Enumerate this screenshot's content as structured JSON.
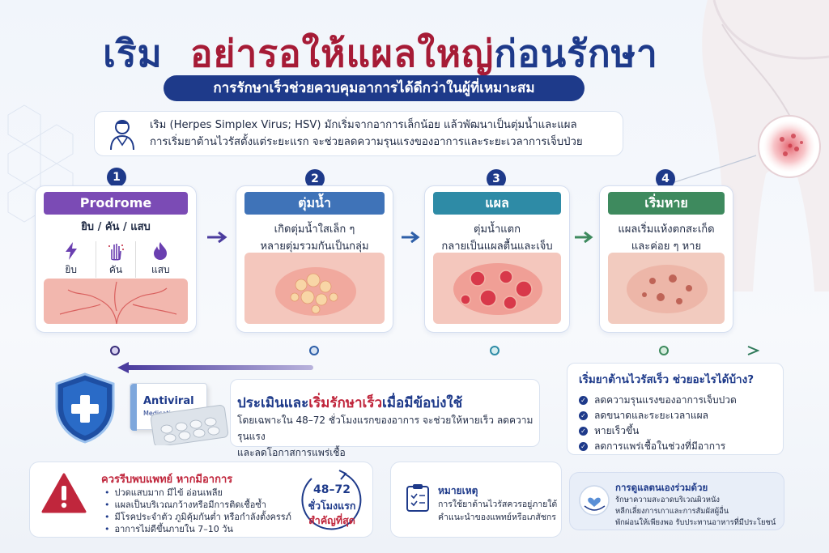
{
  "header": {
    "title_part1": "เริม",
    "title_part2": "อย่ารอให้แผลใหญ่",
    "title_part3": "ก่อนรักษา",
    "subtitle": "การรักษาเร็วช่วยควบคุมอาการได้ดีกว่าในผู้ที่เหมาะสม"
  },
  "intro": {
    "line1": "เริม (Herpes Simplex Virus; HSV) มักเริ่มจากอาการเล็กน้อย แล้วพัฒนาเป็นตุ่มน้ำและแผล",
    "line2": "การเริ่มยาต้านไวรัสตั้งแต่ระยะแรก จะช่วยลดความรุนแรงของอาการและระยะเวลาการเจ็บป่วย"
  },
  "steps": [
    {
      "number": "1",
      "title": "Prodrome",
      "subtitle": "ยิบ / คัน / แสบ",
      "symptoms": [
        "ยิบ",
        "คัน",
        "แสบ"
      ],
      "color": "#7b4bb5"
    },
    {
      "number": "2",
      "title": "ตุ่มน้ำ",
      "desc_line1": "เกิดตุ่มน้ำใสเล็ก ๆ",
      "desc_line2": "หลายตุ่มรวมกันเป็นกลุ่ม",
      "color": "#3f73b8"
    },
    {
      "number": "3",
      "title": "แผล",
      "desc_line1": "ตุ่มน้ำแตก",
      "desc_line2": "กลายเป็นแผลตื้นและเจ็บ",
      "color": "#2e8ba6"
    },
    {
      "number": "4",
      "title": "เริ่มหาย",
      "desc_line1": "แผลเริ่มแห้งตกสะเก็ด",
      "desc_line2": "และค่อย ๆ หาย",
      "color": "#3e8a5e"
    }
  ],
  "evaluate": {
    "title_a": "ประเมินและ",
    "title_b": "เริ่มรักษาเร็ว",
    "title_c": "เมื่อมีข้อบ่งใช้",
    "desc_line1": "โดยเฉพาะใน 48–72 ชั่วโมงแรกของอาการ จะช่วยให้หายเร็ว ลดความรุนแรง",
    "desc_line2": "และลดโอกาสการแพร่เชื้อ",
    "box_brand": "Antiviral",
    "box_sub": "Medication"
  },
  "benefits": {
    "title": "เริ่มยาต้านไวรัสเร็ว ช่วยอะไรได้บ้าง?",
    "items": [
      "ลดความรุนแรงของอาการเจ็บปวด",
      "ลดขนาดและระยะเวลาแผล",
      "หายเร็วขึ้น",
      "ลดการแพร่เชื้อในช่วงที่มีอาการ"
    ]
  },
  "warning": {
    "title": "ควรรีบพบแพทย์ หากมีอาการ",
    "items": [
      "ปวดแสบมาก มีไข้ อ่อนเพลีย",
      "แผลเป็นบริเวณกว้างหรือมีการติดเชื้อซ้ำ",
      "มีโรคประจำตัว ภูมิคุ้มกันต่ำ หรือกำลังตั้งครรภ์",
      "อาการไม่ดีขึ้นภายใน 7–10 วัน"
    ],
    "hours_value": "48–72",
    "hours_label": "ชั่วโมงแรก",
    "hours_note": "สำคัญที่สุด"
  },
  "note": {
    "title": "หมายเหตุ",
    "line1": "การใช้ยาต้านไวรัสควรอยู่ภายใต้",
    "line2": "คำแนะนำของแพทย์หรือเภสัชกร"
  },
  "care": {
    "title": "การดูแลตนเองร่วมด้วย",
    "line1": "รักษาความสะอาดบริเวณผิวหนัง",
    "line2": "หลีกเลี่ยงการเกาและการสัมผัสผู้อื่น",
    "line3": "พักผ่อนให้เพียงพอ รับประทานอาหารที่มีประโยชน์"
  },
  "colors": {
    "navy": "#1e3a8a",
    "red": "#a61b36",
    "timeline_green": "#2f7a5a"
  }
}
